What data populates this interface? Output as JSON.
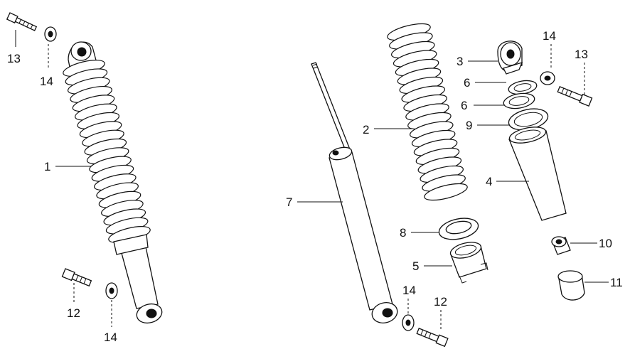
{
  "diagram": {
    "callouts": {
      "c1": "1",
      "c2": "2",
      "c3": "3",
      "c4": "4",
      "c5": "5",
      "c6a": "6",
      "c6b": "6",
      "c7": "7",
      "c8": "8",
      "c9": "9",
      "c10": "10",
      "c11": "11",
      "c12a": "12",
      "c12b": "12",
      "c13a": "13",
      "c13b": "13",
      "c14a": "14",
      "c14b": "14",
      "c14c": "14",
      "c14d": "14"
    }
  }
}
